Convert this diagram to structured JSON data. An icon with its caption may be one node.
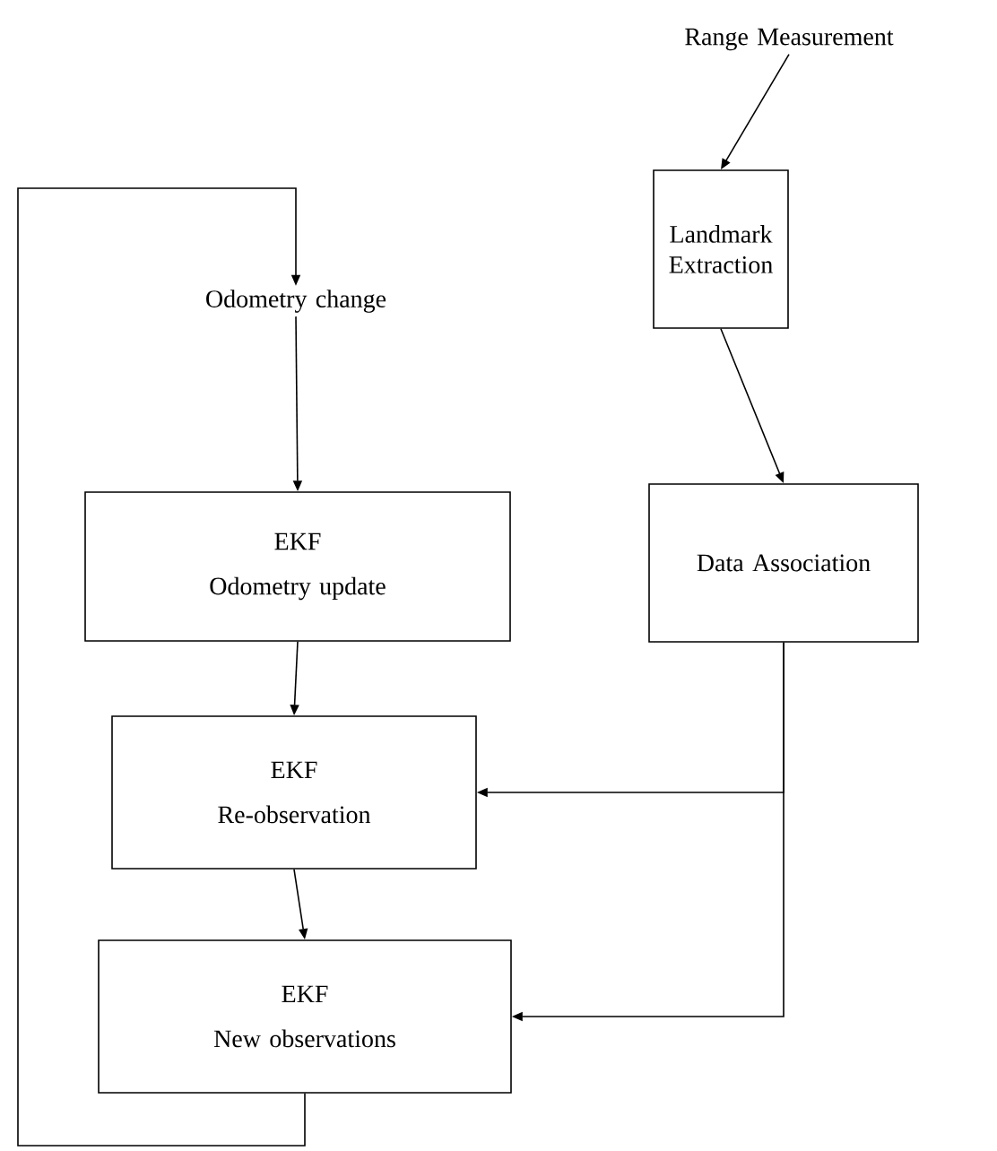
{
  "diagram": {
    "nodes": [
      {
        "text": [
          "Range Measurement"
        ]
      },
      {
        "text": [
          "Landmark Extraction"
        ]
      },
      {
        "text": [
          "Odometry change"
        ]
      },
      {
        "text": [
          "Data Association"
        ]
      },
      {
        "text": [
          "EKF",
          "Odometry update"
        ]
      },
      {
        "text": [
          "EKF",
          "Re-observation"
        ]
      },
      {
        "text": [
          "EKF",
          "New observations"
        ]
      }
    ],
    "edges": [
      {
        "from": 0,
        "to": 1,
        "arrow": "to"
      },
      {
        "from": 1,
        "to": 3,
        "arrow": "to"
      },
      {
        "from": 2,
        "to": 4,
        "arrow": "to"
      },
      {
        "from": 4,
        "to": 5,
        "arrow": "to"
      },
      {
        "from": 5,
        "to": 6,
        "arrow": "to"
      },
      {
        "from": 3,
        "to": 5,
        "arrow": "to"
      },
      {
        "from": 3,
        "to": 6,
        "arrow": "to"
      },
      {
        "from": 6,
        "to": 2,
        "arrow": "to"
      }
    ]
  }
}
